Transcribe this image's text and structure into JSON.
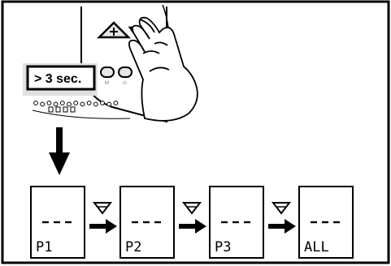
{
  "callout": {
    "label": "> 3 sec."
  },
  "device": {
    "mode_button_caption": "M",
    "power_button_caption": "⏻",
    "plus_icon": "plus-icon",
    "minus_icon": "minus-icon"
  },
  "sequence": {
    "dashes": "---",
    "panels": [
      {
        "code": "P1"
      },
      {
        "code": "P2"
      },
      {
        "code": "P3"
      },
      {
        "code": "ALL"
      }
    ],
    "step_icon": "minus-button-icon",
    "arrow_icon": "arrow-right-icon"
  },
  "colors": {
    "ink": "#000000",
    "device_gray": "#e6e6e6",
    "background": "#ffffff"
  }
}
